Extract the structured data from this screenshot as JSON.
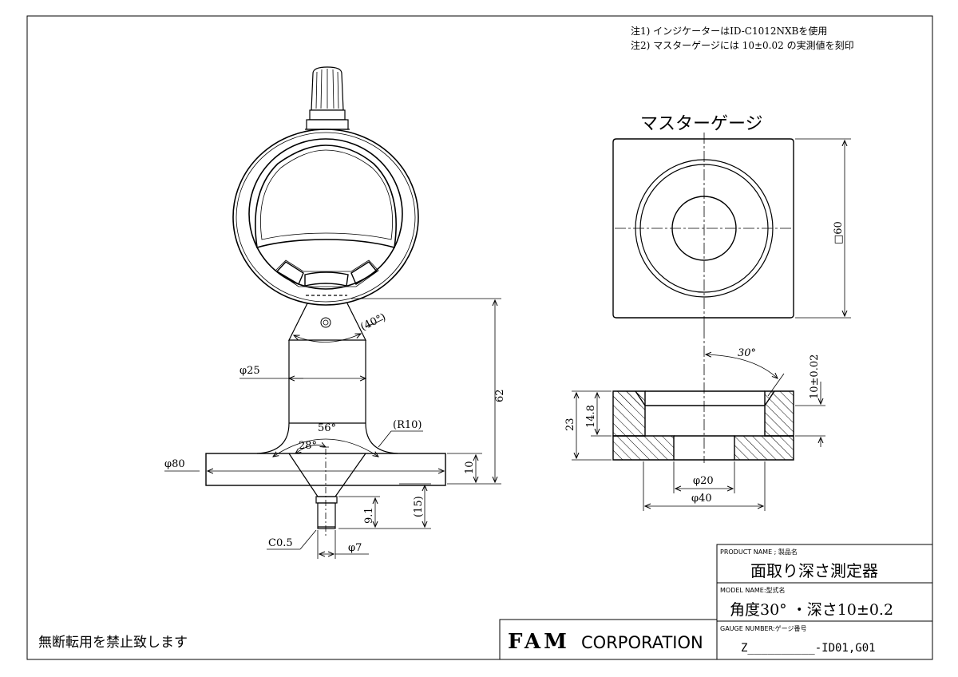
{
  "notes": {
    "note1": "注1) インジケーターはID-C1012NXBを使用",
    "note2": "注2) マスターゲージには 10±0.02 の実測値を刻印"
  },
  "master_gauge": {
    "title": "マスターゲージ",
    "dim_square": "□60",
    "dim_angle": "30°",
    "dim_depth_tol": "10±0.02",
    "dim_height_total": "23",
    "dim_height_part": "14.8",
    "dim_inner_dia": "φ20",
    "dim_outer_dia": "φ40"
  },
  "gauge": {
    "dim_angle_40": "(40°)",
    "dim_dia_25": "φ25",
    "dim_angle_56": "56°",
    "dim_radius": "(R10)",
    "dim_angle_28": "28°",
    "dim_dia_80": "φ80",
    "dim_height_62": "62",
    "dim_thick_10": "10",
    "dim_15": "(15)",
    "dim_9_1": "9.1",
    "dim_chamfer": "C0.5",
    "dim_dia_7": "φ7"
  },
  "footer": {
    "copyright": "無断転用を禁止致します",
    "company_bold": "FAM",
    "company_rest": "CORPORATION"
  },
  "title_block": {
    "product_label": "PRODUCT NAME ; 製品名",
    "product_value": "面取り深さ測定器",
    "model_label": "MODEL NAME:型式名",
    "model_value": "角度30° ・深さ10±0.2",
    "gauge_label": "GAUGE NUMBER:ゲージ番号",
    "gauge_value": "Z__________-ID01,G01"
  },
  "colors": {
    "line": "#000000",
    "background": "#ffffff"
  }
}
